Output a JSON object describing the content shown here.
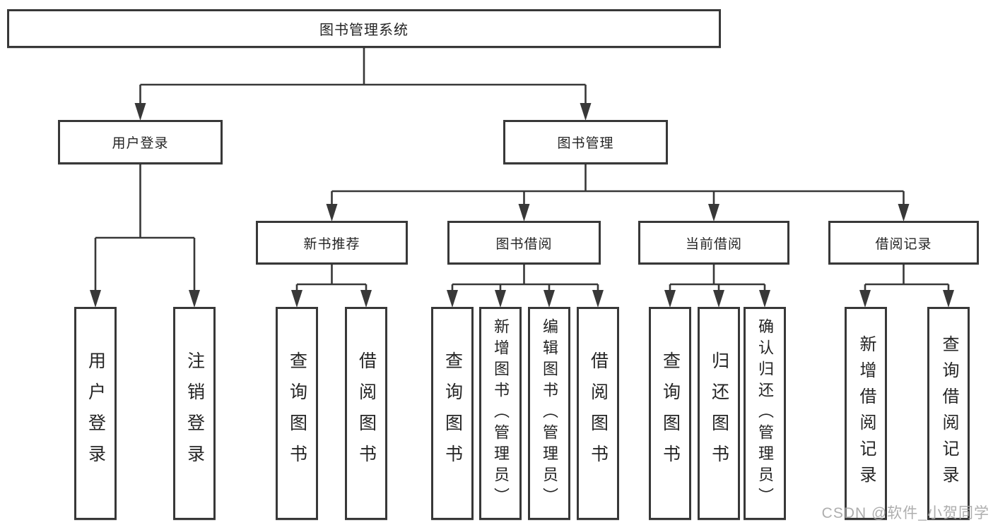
{
  "diagram": {
    "root": {
      "label": "图书管理系统"
    },
    "branches": [
      {
        "label": "用户登录",
        "children": [
          {
            "label": "用户登录"
          },
          {
            "label": "注销登录"
          }
        ]
      },
      {
        "label": "图书管理",
        "groups": [
          {
            "label": "新书推荐",
            "children": [
              {
                "label": "查询图书"
              },
              {
                "label": "借阅图书"
              }
            ]
          },
          {
            "label": "图书借阅",
            "children": [
              {
                "label": "查询图书"
              },
              {
                "label": "新增图书（管理员）"
              },
              {
                "label": "编辑图书（管理员）"
              },
              {
                "label": "借阅图书"
              }
            ]
          },
          {
            "label": "当前借阅",
            "children": [
              {
                "label": "查询图书"
              },
              {
                "label": "归还图书"
              },
              {
                "label": "确认归还（管理员）"
              }
            ]
          },
          {
            "label": "借阅记录",
            "children": [
              {
                "label": "新增借阅记录"
              },
              {
                "label": "查询借阅记录"
              }
            ]
          }
        ]
      }
    ]
  },
  "watermark": {
    "text": "CSDN @软件_小贺同学"
  }
}
